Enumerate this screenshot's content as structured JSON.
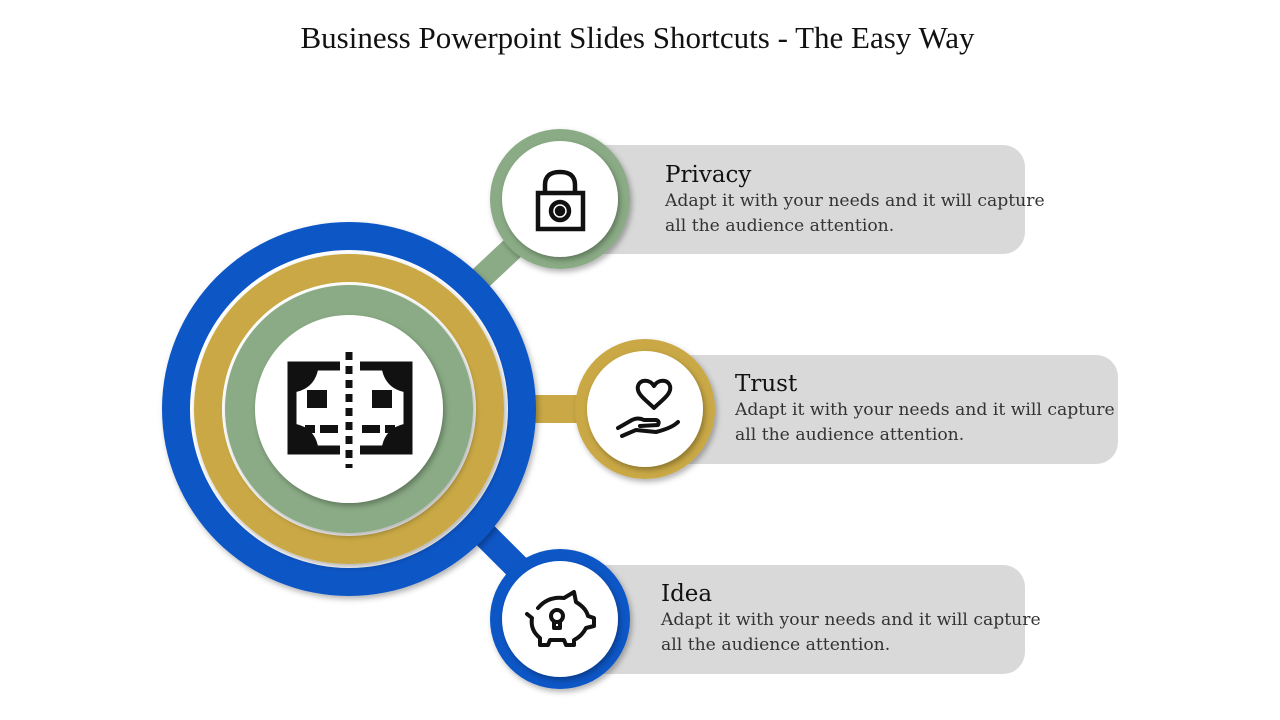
{
  "title": "Business Powerpoint Slides Shortcuts - The Easy Way",
  "colors": {
    "blue": "#0f56c6",
    "gold": "#c9a845",
    "green": "#8aab85",
    "card": "#d9d9d9"
  },
  "center": {
    "icon": "money-split-icon"
  },
  "items": [
    {
      "title": "Privacy",
      "description": "Adapt it with your needs and it will capture all the audience attention.",
      "icon": "padlock-icon",
      "color": "green"
    },
    {
      "title": "Trust",
      "description": "Adapt it with your needs and it will capture all the audience attention.",
      "icon": "heart-in-hand-icon",
      "color": "gold"
    },
    {
      "title": "Idea",
      "description": "Adapt it with your needs and it will capture all the audience attention.",
      "icon": "piggy-bank-bulb-icon",
      "color": "blue"
    }
  ]
}
